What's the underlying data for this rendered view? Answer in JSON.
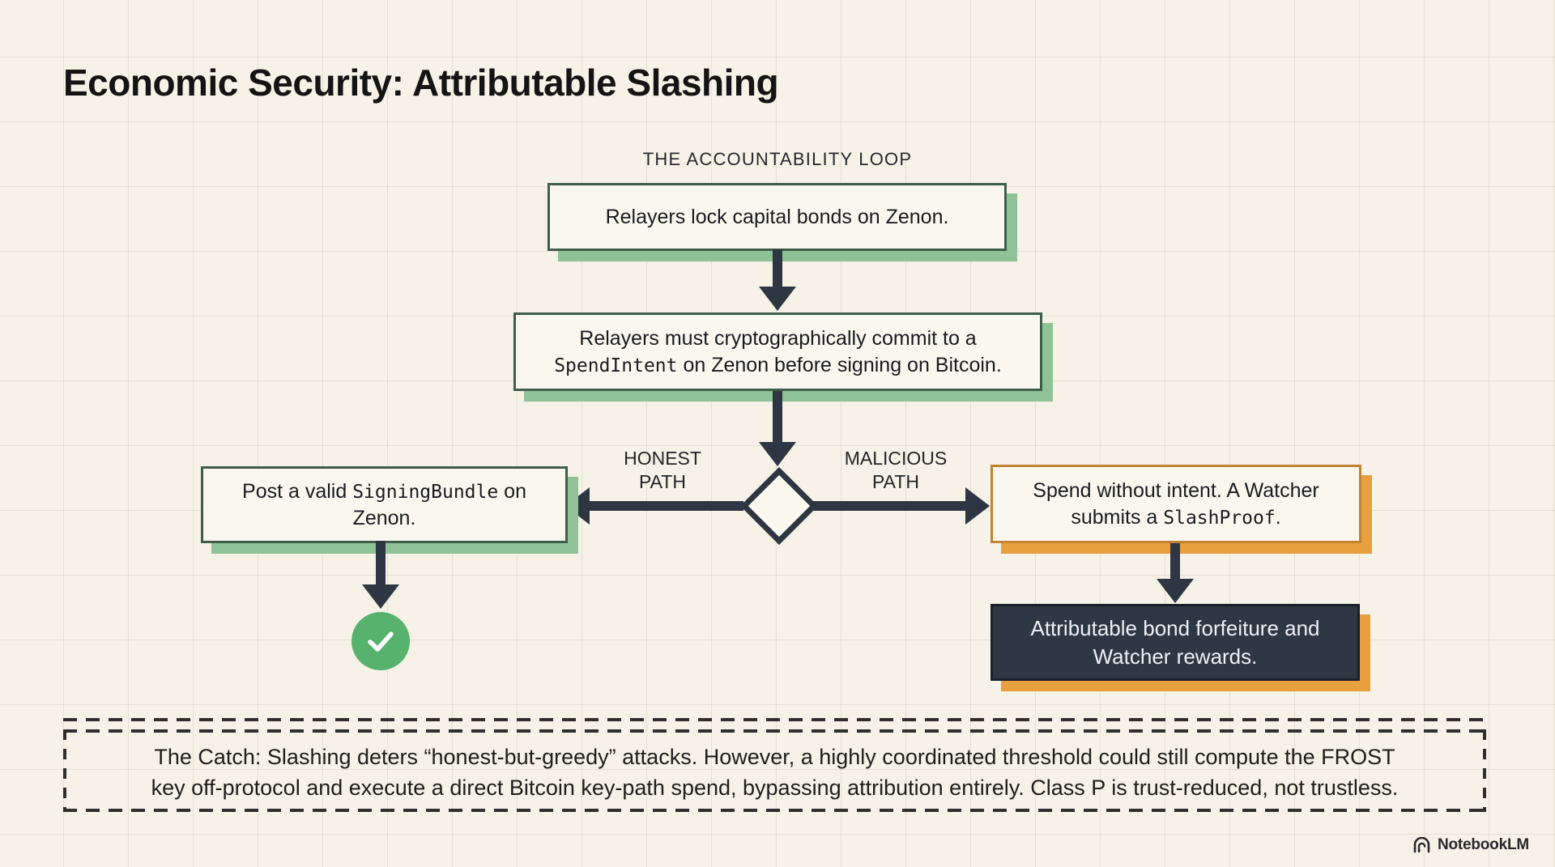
{
  "title": "Economic Security: Attributable Slashing",
  "diagram": {
    "heading": "THE ACCOUNTABILITY LOOP",
    "step1": {
      "text": "Relayers lock capital bonds on Zenon."
    },
    "step2": {
      "pre": "Relayers must cryptographically commit to a ",
      "code": "SpendIntent",
      "post": " on Zenon before signing on Bitcoin."
    },
    "honest_label": {
      "line1": "HONEST",
      "line2": "PATH"
    },
    "malicious_label": {
      "line1": "MALICIOUS",
      "line2": "PATH"
    },
    "honest_box": {
      "pre": "Post a valid ",
      "code": "SigningBundle",
      "post": " on Zenon."
    },
    "malicious_box": {
      "pre": "Spend without intent. A Watcher submits a ",
      "code": "SlashProof",
      "post": "."
    },
    "outcome_box": {
      "text": "Attributable bond forfeiture and Watcher rewards."
    }
  },
  "catch_note": {
    "lines": [
      "The Catch: Slashing deters “honest-but-greedy” attacks. However, a highly coordinated threshold could still compute the FROST",
      "key off-protocol and execute a direct Bitcoin key-path spend, bypassing attribution entirely. Class P is trust-reduced, not trustless."
    ]
  },
  "footer": {
    "brand": "NotebookLM"
  },
  "icons": {
    "check": "white-checkmark-in-green-circle",
    "brand": "notebooklm-arcs-glyph"
  },
  "colors": {
    "bg": "#f6f2e7",
    "ink": "#17191e",
    "arrow": "#2d3642",
    "green_border": "#3f5d4b",
    "green_shadow": "#8fc397",
    "box_fill": "#faf8ee",
    "orange_border": "#c08433",
    "orange_shadow": "#e89f3e",
    "dark_fill": "#2e3744",
    "dark_border": "#1a202a",
    "check_green": "#57b26e",
    "dash": "#2f2f2f"
  }
}
